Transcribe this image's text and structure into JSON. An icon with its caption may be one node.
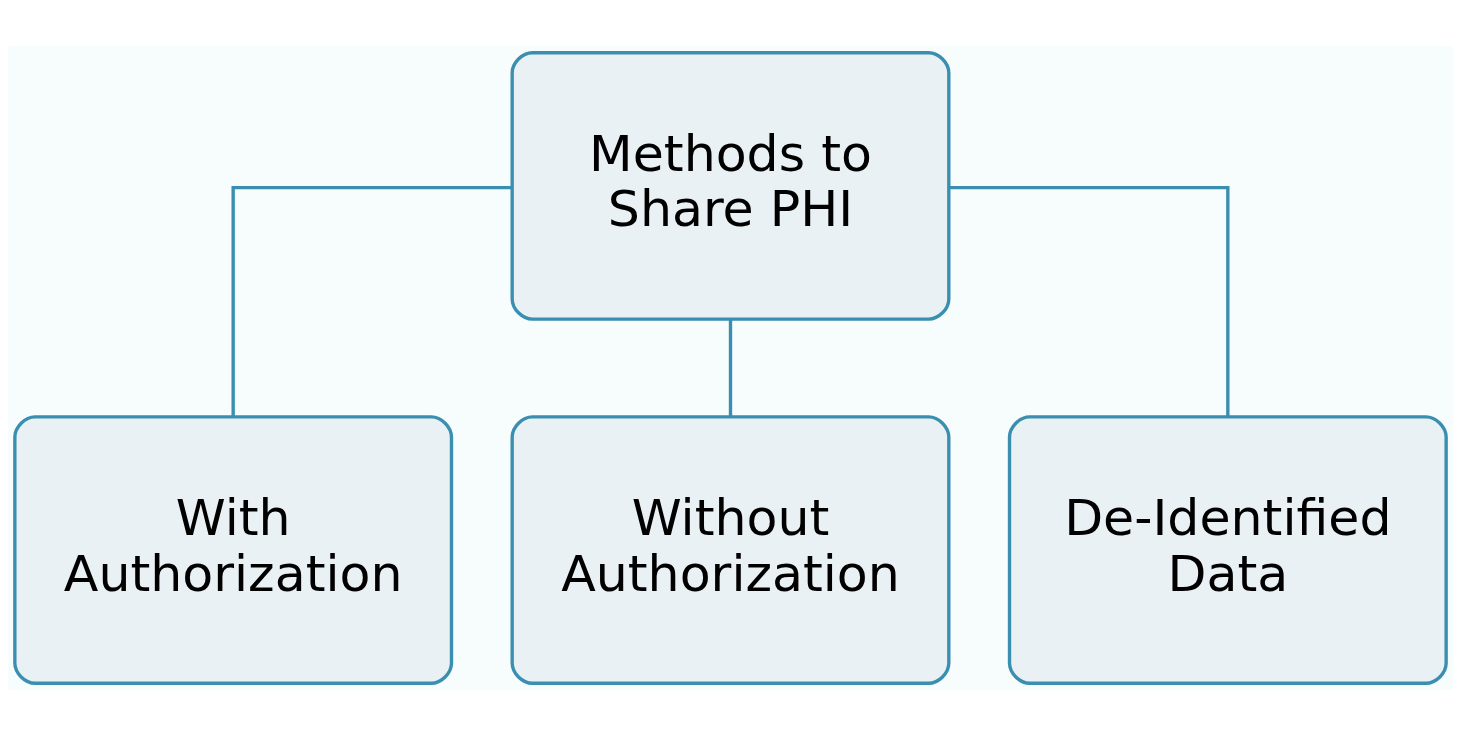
{
  "diagram": {
    "nodes": [
      {
        "text": [
          "Methods to Share PHI"
        ]
      },
      {
        "text": [
          "With Authorization"
        ]
      },
      {
        "text": [
          "Without Authorization"
        ]
      },
      {
        "text": [
          "De-Identified Data"
        ]
      }
    ],
    "edges": [
      {
        "from": 0,
        "to": 1,
        "arrow": "none"
      },
      {
        "from": 0,
        "to": 2,
        "arrow": "none"
      },
      {
        "from": 0,
        "to": 3,
        "arrow": "none"
      }
    ]
  }
}
